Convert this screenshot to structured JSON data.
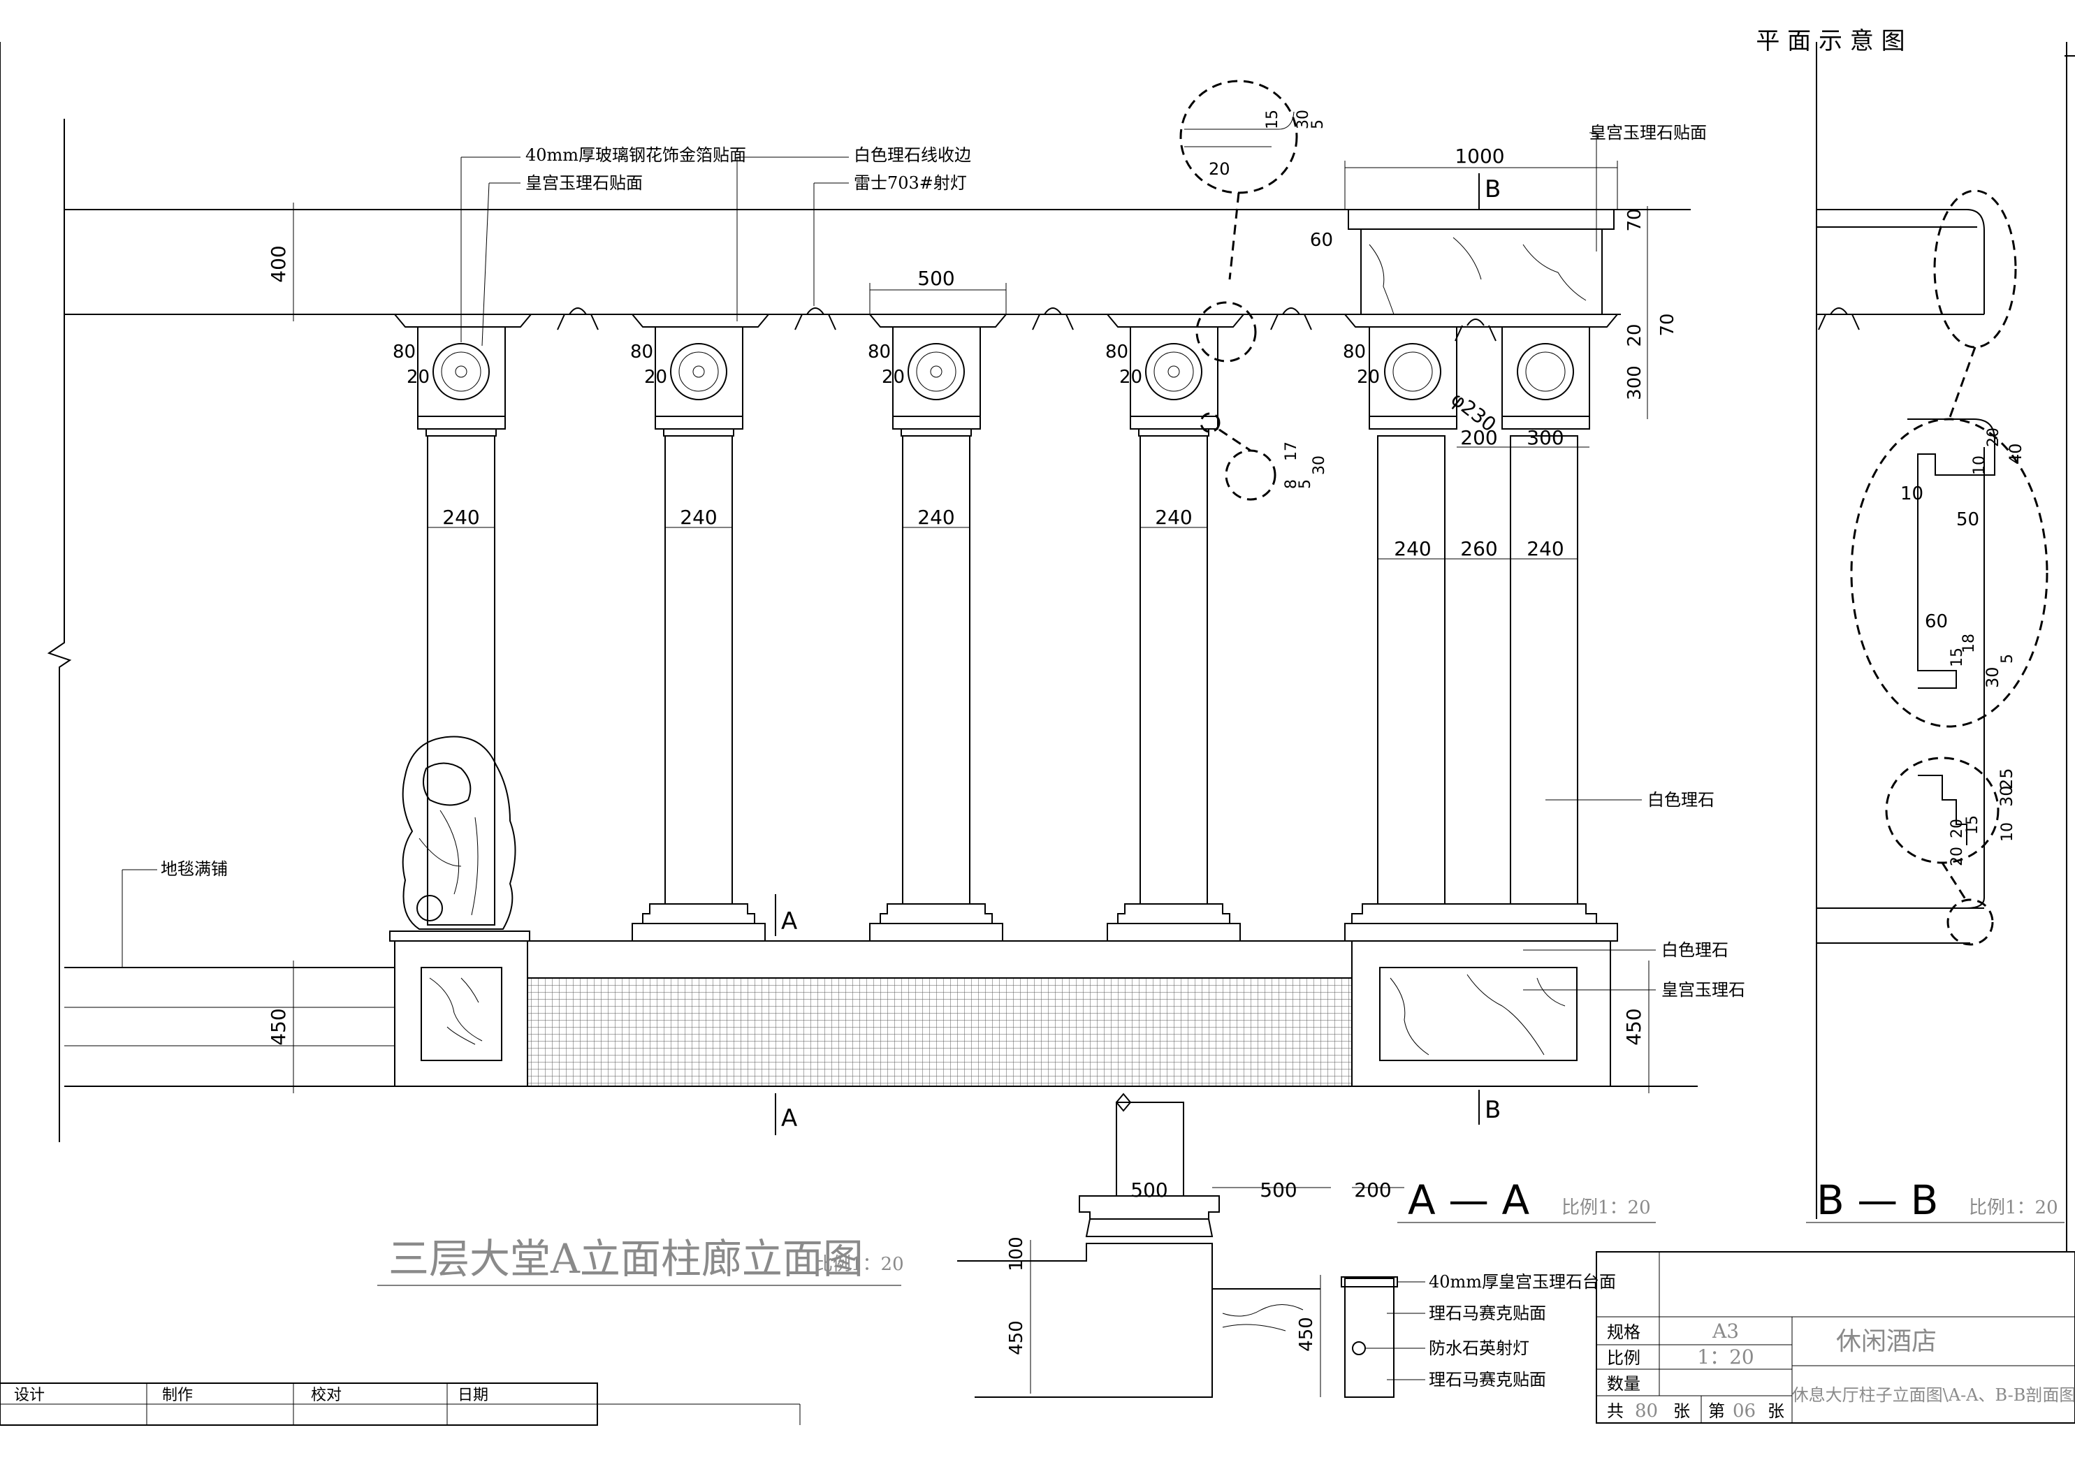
{
  "header_fragment": "平 面 示 意 图",
  "main_elevation": {
    "title": "三层大堂A立面柱廊立面图",
    "scale": "比例1：20",
    "dims": {
      "top_height": "400",
      "base_height": "450",
      "right_base_height": "450",
      "col_spacing": "500",
      "top_block_width": "1000",
      "cap_h": "300",
      "cap_gap": "20",
      "cap_top": "70",
      "beam_h": "70",
      "beam_off": "60",
      "cap_offset_80": "80",
      "cap_offset_20": "20",
      "shaft": "240",
      "twin_gap": "260",
      "twin_w1": "200",
      "twin_w2": "300",
      "rosette": "φ230",
      "d1": "20",
      "d2": "15",
      "d3": "30",
      "d4": "5",
      "d5": "8",
      "d6": "17",
      "d7": "30",
      "d8": "5"
    },
    "labels": {
      "glass_rosette": "40mm厚玻璃钢花饰金箔贴面",
      "jade_marble": "皇宫玉理石贴面",
      "white_trim": "白色理石线收边",
      "spotlight": "雷士703#射灯",
      "jade_top": "皇宫玉理石贴面",
      "white_marble_1": "白色理石",
      "white_marble_2": "白色理石",
      "jade_stone": "皇宫玉理石",
      "carpet": "地毯满铺"
    },
    "section_marks": {
      "a": "A",
      "b": "B"
    }
  },
  "section_aa": {
    "title": "A — A",
    "scale": "比例1：20",
    "dims": {
      "w1": "500",
      "w2": "500",
      "w3": "200",
      "h1": "100",
      "h2": "450",
      "h3": "450"
    },
    "labels": {
      "counter": "40mm厚皇宫玉理石台面",
      "mosaic_1": "理石马赛克贴面",
      "lamp": "防水石英射灯",
      "mosaic_2": "理石马赛克贴面"
    }
  },
  "section_bb": {
    "title": "B — B",
    "scale": "比例1：20",
    "dims": {
      "d10": "10",
      "d20": "20",
      "d40": "40",
      "d50": "50",
      "d10b": "10",
      "d60": "60",
      "d15": "15",
      "d18": "18",
      "d30": "30",
      "d5": "5",
      "d20b": "20",
      "d15b": "15",
      "d30b": "30",
      "d25": "25",
      "d10c": "10",
      "d20c": "20"
    }
  },
  "title_block": {
    "spec_label": "规格",
    "spec_value": "A3",
    "scale_label": "比例",
    "scale_value": "1：20",
    "qty_label": "数量",
    "total_prefix": "共",
    "total_value": "80",
    "total_unit": "张",
    "sheet_prefix": "第",
    "sheet_value": "06",
    "sheet_unit": "张",
    "project": "休闲酒店",
    "drawing_name": "休息大厅柱子立面图\\A-A、B-B剖面图"
  },
  "sign_row": {
    "design": "设计",
    "draft": "制作",
    "check": "校对",
    "date": "日期"
  }
}
